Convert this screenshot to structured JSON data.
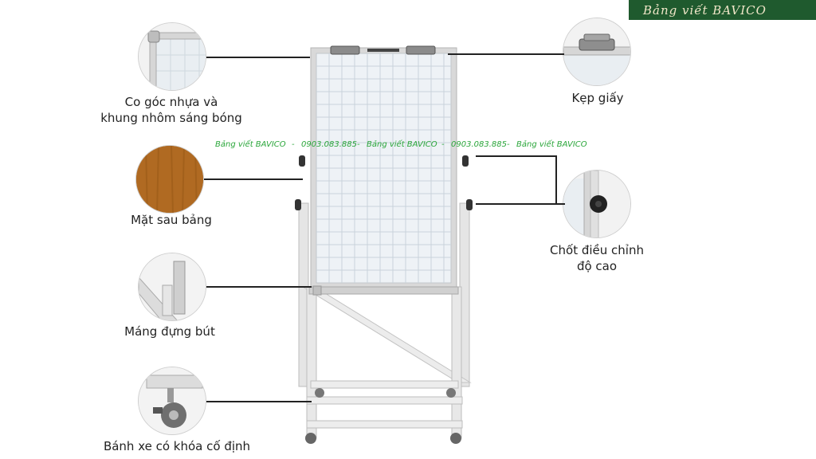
{
  "brand": {
    "text": "Bảng viết BAVICO"
  },
  "watermark": {
    "brand": "Bảng viết BAVICO",
    "phone": "0903.083.885",
    "separator": "-"
  },
  "labels": {
    "corner": "Co góc nhựa và\nkhung nhôm sáng bóng",
    "back": "Mặt sau bảng",
    "tray": "Máng đựng bút",
    "wheel": "Bánh xe có khóa cố định",
    "clip": "Kẹp giấy",
    "knob": "Chốt điều chỉnh\nđộ cao"
  },
  "colors": {
    "brand_bg": "#1f5a2e",
    "watermark": "#2aa63a",
    "frame": "#d9d9d9",
    "grid": "#c9d3dc"
  }
}
